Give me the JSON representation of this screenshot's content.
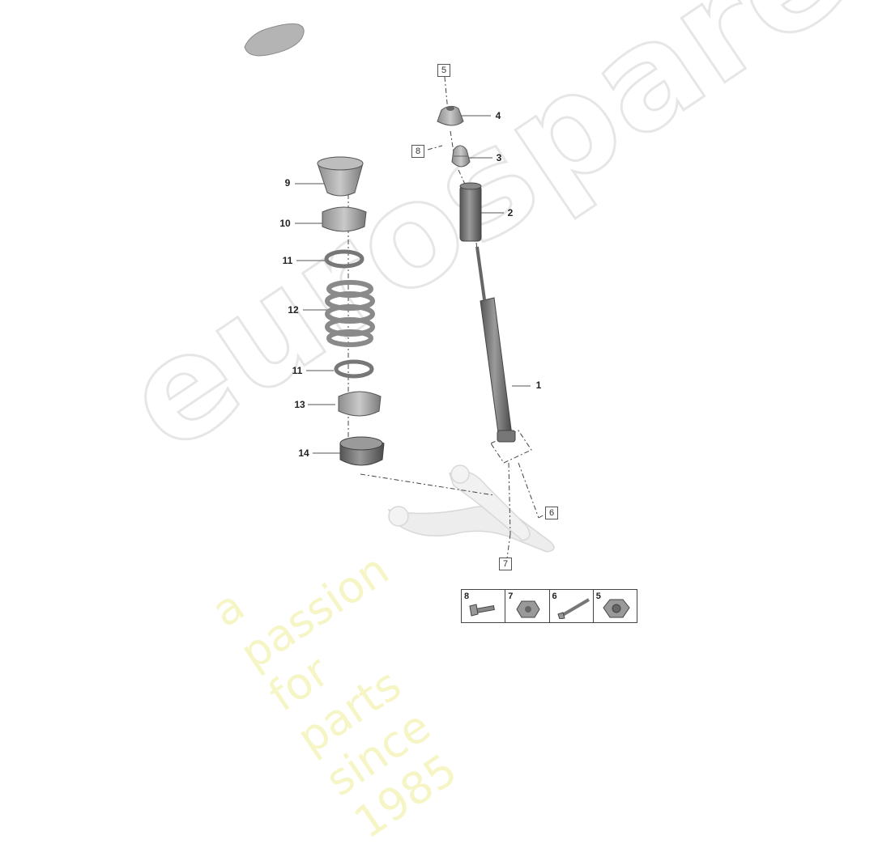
{
  "watermark": {
    "brand": "eurospares",
    "tagline": "a passion for parts since 1985"
  },
  "parts": [
    {
      "id": "1",
      "name": "shock-absorber"
    },
    {
      "id": "2",
      "name": "protective-sleeve"
    },
    {
      "id": "3",
      "name": "bump-stop"
    },
    {
      "id": "4",
      "name": "top-mount"
    },
    {
      "id": "9",
      "name": "spring-support-upper"
    },
    {
      "id": "10",
      "name": "spring-seat-upper"
    },
    {
      "id": "11",
      "name": "spring-pad-upper"
    },
    {
      "id": "12",
      "name": "coil-spring"
    },
    {
      "id": "11b",
      "label": "11",
      "name": "spring-pad-lower"
    },
    {
      "id": "13",
      "name": "spring-seat-lower"
    },
    {
      "id": "14",
      "name": "spring-plate"
    }
  ],
  "boxed_refs": [
    {
      "id": "5",
      "name": "ref-5"
    },
    {
      "id": "8",
      "name": "ref-8"
    },
    {
      "id": "6",
      "name": "ref-6"
    },
    {
      "id": "7",
      "name": "ref-7"
    }
  ],
  "legend": [
    {
      "num": "8",
      "icon": "bolt-flange-icon"
    },
    {
      "num": "7",
      "icon": "nut-icon"
    },
    {
      "num": "6",
      "icon": "long-bolt-icon"
    },
    {
      "num": "5",
      "icon": "hex-nut-icon"
    }
  ]
}
